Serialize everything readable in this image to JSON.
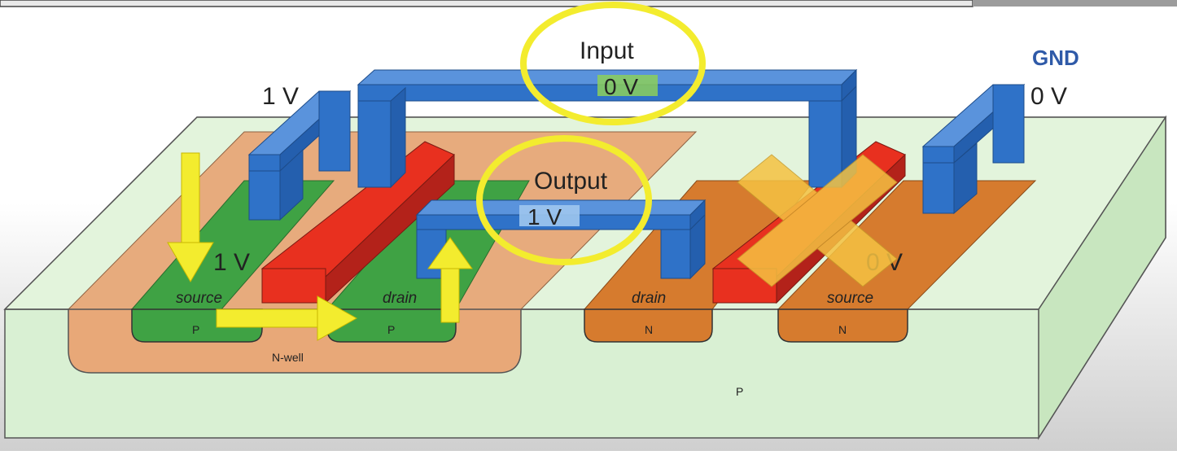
{
  "labels": {
    "input": "Input",
    "input_voltage": "0 V",
    "output": "Output",
    "output_voltage": "1 V",
    "gnd": "GND",
    "vdd_left": "1 V",
    "gnd_right": "0 V",
    "pmos_source_voltage": "1 V",
    "nmos_source_voltage": "0 V",
    "pmos_source": "source",
    "pmos_drain": "drain",
    "nmos_drain": "drain",
    "nmos_source": "source",
    "p_left": "P",
    "p_mid": "P",
    "n_left": "N",
    "n_right": "N",
    "nwell": "N-well",
    "substrate": "P"
  },
  "colors": {
    "substrate": "#d9f0d3",
    "nwell": "#e8a878",
    "p_diffusion": "#3fa244",
    "n_diffusion": "#d67b2e",
    "gate": "#e8301f",
    "metal": "#2f72c8",
    "highlight_yellow": "#f3ec2e",
    "cross": "#f5c242",
    "gnd_text": "#2f5aa8"
  }
}
